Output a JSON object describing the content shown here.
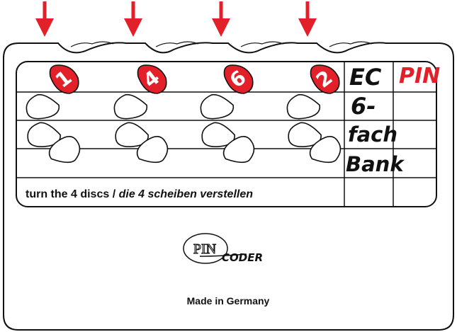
{
  "colors": {
    "accent": "#e3202a",
    "ink": "#111111",
    "paper": "#ffffff"
  },
  "discs": [
    {
      "digit": "1"
    },
    {
      "digit": "4"
    },
    {
      "digit": "6"
    },
    {
      "digit": "2"
    }
  ],
  "side_panel": {
    "left_column": [
      "EC",
      "6-",
      "fach",
      "Bank"
    ],
    "right_column": [
      "PIN"
    ]
  },
  "instruction": {
    "english": "turn the 4 discs",
    "separator": " / ",
    "german": "die 4 scheiben verstellen"
  },
  "logo": {
    "text": "PIN",
    "script": "CODER"
  },
  "footer": "Made in Germany",
  "icons": [
    "down-arrow-icon",
    "pin-disc-icon"
  ]
}
